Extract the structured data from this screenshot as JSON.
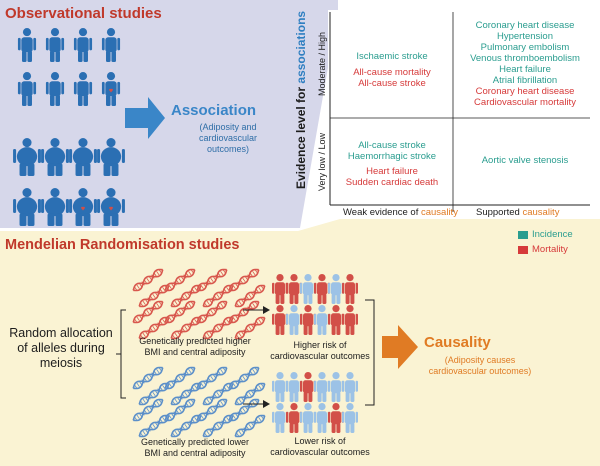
{
  "observational": {
    "title": "Observational studies",
    "association_title": "Association",
    "association_sub": "(Adiposity and cardiovascular outcomes)"
  },
  "evidence": {
    "ylabel_prefix": "Evidence level for ",
    "ylabel_highlight": "associations",
    "ylevel_high": "Moderate / High",
    "ylevel_low": "Very low / Low",
    "xlabel_weak_prefix": "Weak evidence of ",
    "xlabel_weak_highlight": "causality",
    "xlabel_supported_prefix": "Supported ",
    "xlabel_supported_highlight": "causality",
    "q_high_weak": {
      "incidence": [
        "Ischaemic stroke"
      ],
      "mortality": [
        "All-cause mortality",
        "All-cause stroke"
      ]
    },
    "q_high_supported": {
      "incidence": [
        "Coronary heart disease",
        "Hypertension",
        "Pulmonary embolism",
        "Venous thromboembolism",
        "Heart failure",
        "Atrial fibrillation"
      ],
      "mortality": [
        "Coronary heart disease",
        "Cardiovascular mortality"
      ]
    },
    "q_low_weak": {
      "incidence": [
        "All-cause stroke",
        "Haemorrhagic stroke"
      ],
      "mortality": [
        "Heart failure",
        "Sudden cardiac death"
      ]
    },
    "q_low_supported": {
      "incidence": [
        "Aortic valve stenosis"
      ]
    }
  },
  "legend": {
    "incidence": "Incidence",
    "mortality": "Mortality"
  },
  "mendelian": {
    "title": "Mendelian Randomisation studies",
    "random_allocation": [
      "Random allocation",
      "of alleles during",
      "meiosis"
    ],
    "higher_label": [
      "Genetically predicted higher",
      "BMI and central adiposity"
    ],
    "lower_label": [
      "Genetically predicted lower",
      "BMI and central adiposity"
    ],
    "higher_risk": [
      "Higher risk of",
      "cardiovascular outcomes"
    ],
    "lower_risk": [
      "Lower risk of",
      "cardiovascular outcomes"
    ],
    "causality_title": "Causality",
    "causality_sub": [
      "(Adiposity causes",
      "cardiovascular outcomes)"
    ]
  },
  "colors": {
    "obs_bg": "#d6d7ea",
    "mr_bg": "#faf3d3",
    "person_blue": "#2b6fb3",
    "person_light": "#9cc2e6",
    "person_red": "#d24f48",
    "association_blue": "#3a86c8",
    "causality_orange": "#e07b24",
    "title_red": "#c0392b",
    "incidence": "#2a9d8f",
    "mortality": "#d63a3a",
    "dna_red": "#d8574d",
    "dna_blue": "#5b8fc9"
  }
}
